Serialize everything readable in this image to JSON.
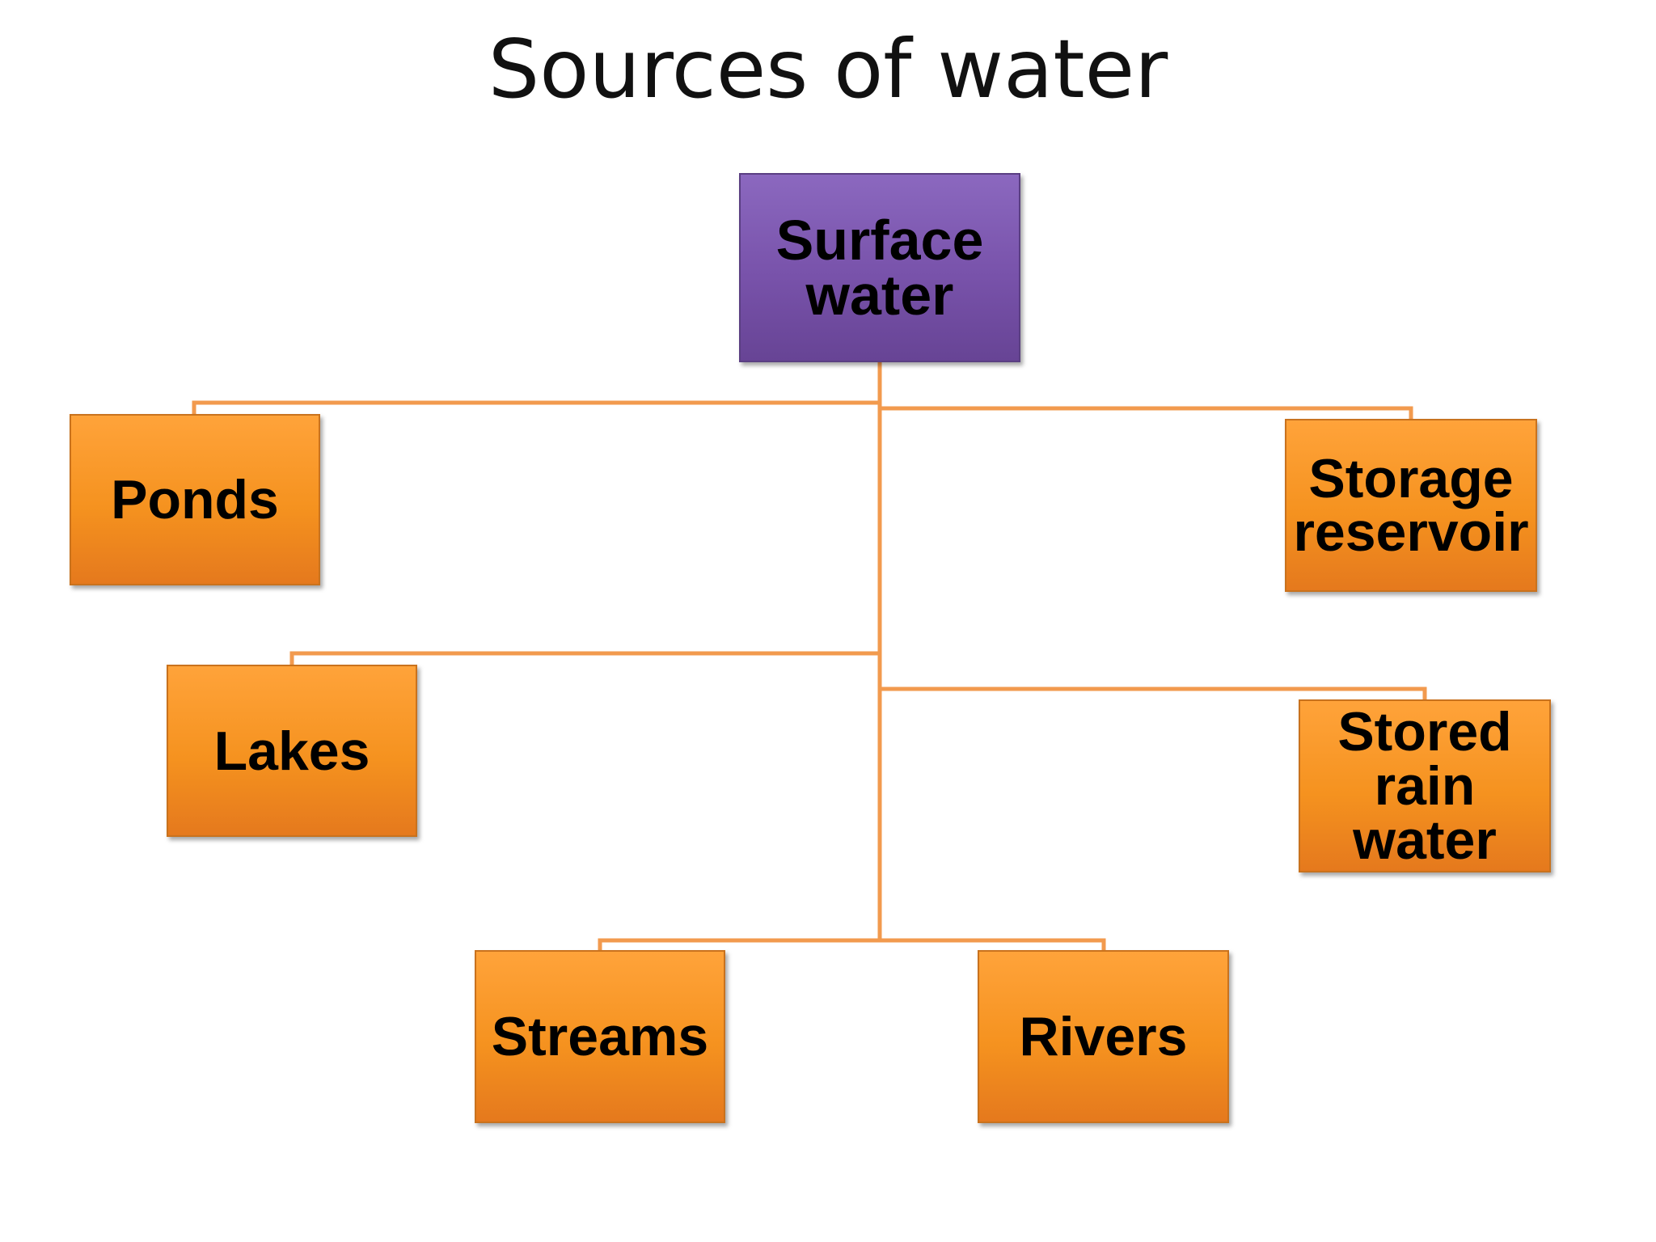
{
  "title": "Sources of water",
  "colors": {
    "root_fill": "#7852aa",
    "child_fill": "#f5921f",
    "connector": "#f29a4e"
  },
  "root": {
    "label": "Surface\nwater"
  },
  "children": [
    {
      "id": "ponds",
      "label": "Ponds"
    },
    {
      "id": "storage-reservoir",
      "label": "Storage\nreservoir"
    },
    {
      "id": "lakes",
      "label": "Lakes"
    },
    {
      "id": "stored-rain-water",
      "label": "Stored\nrain\nwater"
    },
    {
      "id": "streams",
      "label": "Streams"
    },
    {
      "id": "rivers",
      "label": "Rivers"
    }
  ]
}
